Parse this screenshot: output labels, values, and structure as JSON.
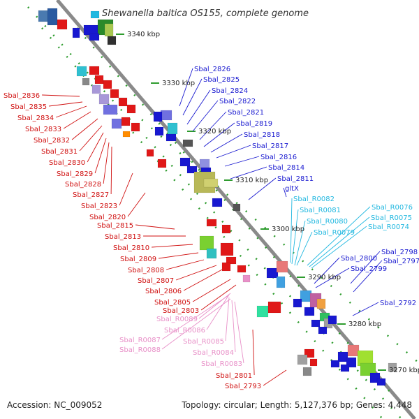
{
  "title": "Shewanella baltica OS155, complete genome",
  "footer": {
    "accession": "Accession: NC_009052",
    "topology": "Topology: circular; Length: 5,127,376 bp; Genes: 4,448"
  },
  "colors": {
    "axis": "#8a8a8a",
    "tick": "#2e9c2e",
    "label_blue": "#1a1ad0",
    "label_red": "#d01010",
    "label_cyan": "#22b8e0",
    "label_pink": "#e890c8"
  },
  "scale_ticks": [
    "3340 kbp",
    "3330 kbp",
    "3320 kbp",
    "3310 kbp",
    "3300 kbp",
    "3290 kbp",
    "3280 kbp",
    "3270 kbp"
  ],
  "labels_blue": [
    "Sbal_2826",
    "Sbal_2825",
    "Sbal_2824",
    "Sbal_2822",
    "Sbal_2821",
    "Sbal_2819",
    "Sbal_2818",
    "Sbal_2817",
    "Sbal_2816",
    "Sbal_2814",
    "Sbal_2811",
    "gltX",
    "Sbal_2800",
    "Sbal_2799",
    "Sbal_2798",
    "Sbal_2797",
    "Sbal_2792"
  ],
  "labels_red": [
    "Sbal_2836",
    "Sbal_2835",
    "Sbal_2834",
    "Sbal_2833",
    "Sbal_2832",
    "Sbal_2831",
    "Sbal_2830",
    "Sbal_2829",
    "Sbal_2828",
    "Sbal_2827",
    "Sbal_2823",
    "Sbal_2820",
    "Sbal_2815",
    "Sbal_2813",
    "Sbal_2810",
    "Sbal_2809",
    "Sbal_2808",
    "Sbal_2807",
    "Sbal_2806",
    "Sbal_2805",
    "Sbal_2803",
    "Sbal_2801",
    "Sbal_2793"
  ],
  "labels_cyan": [
    "Sbal_R0082",
    "Sbal_R0081",
    "Sbal_R0080",
    "Sbal_R0079",
    "Sbal_R0076",
    "Sbal_R0075",
    "Sbal_R0074"
  ],
  "labels_pink": [
    "Sbal_R0089",
    "Sbal_R0086",
    "Sbal_R0087",
    "Sbal_R0085",
    "Sbal_R0088",
    "Sbal_R0084",
    "Sbal_R0083"
  ]
}
